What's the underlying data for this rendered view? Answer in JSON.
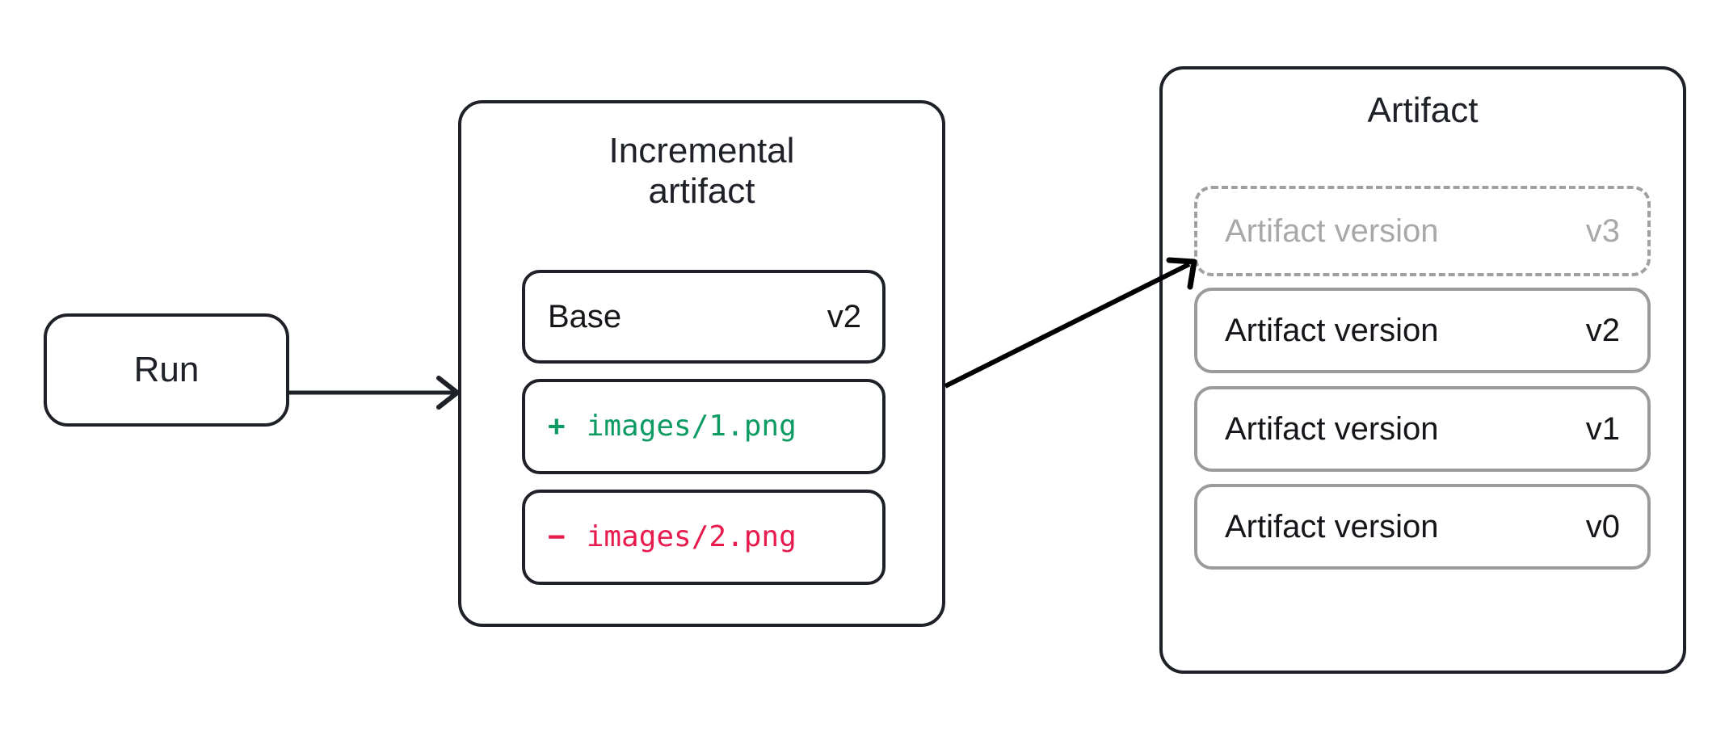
{
  "diagram": {
    "title_run": "Run",
    "run_node": {
      "label": "Run"
    },
    "incremental": {
      "title": "Incremental\nartifact",
      "rows": [
        {
          "kind": "base",
          "label": "Base",
          "value": "v2"
        },
        {
          "kind": "add",
          "sign": "+",
          "path": "images/1.png",
          "color": "#0d9b63"
        },
        {
          "kind": "delete",
          "sign": "−",
          "path": "images/2.png",
          "color": "#e81b4f"
        }
      ]
    },
    "artifact": {
      "title": "Artifact",
      "versions": [
        {
          "label": "Artifact version",
          "value": "v3",
          "state": "pending"
        },
        {
          "label": "Artifact version",
          "value": "v2",
          "state": "existing"
        },
        {
          "label": "Artifact version",
          "value": "v1",
          "state": "existing"
        },
        {
          "label": "Artifact version",
          "value": "v0",
          "state": "existing"
        }
      ]
    },
    "arrows": [
      {
        "name": "run-to-incremental",
        "from": "Run",
        "to": "Incremental artifact"
      },
      {
        "name": "incremental-to-artifact",
        "from": "Incremental artifact",
        "to": "Artifact version v3"
      }
    ],
    "colors": {
      "stroke_dark": "#1f2128",
      "stroke_gray": "#9b9b9b",
      "stroke_dashed": "#a0a0a0",
      "text_dark": "#15161a",
      "text_muted": "#a8a8a8",
      "add_green": "#0d9b63",
      "delete_red": "#e81b4f",
      "background": "#ffffff"
    }
  }
}
